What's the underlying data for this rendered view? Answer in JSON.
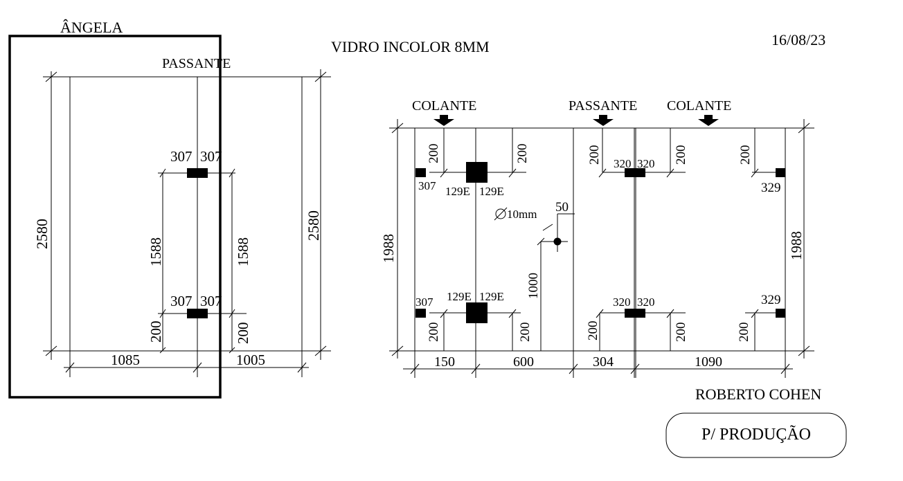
{
  "header": {
    "client_left": "ÂNGELA",
    "material": "VIDRO INCOLOR 8MM",
    "date": "16/08/23",
    "client_right": "ROBERTO COHEN",
    "status_button": "P/ PRODUÇÃO"
  },
  "left_panel": {
    "door_label": "PASSANTE",
    "height": "2580",
    "height_right": "2580",
    "width_left": "1085",
    "width_right": "1005",
    "top_hinge_left": "307",
    "top_hinge_right": "307",
    "bottom_hinge_left": "307",
    "bottom_hinge_right": "307",
    "span_left": "1588",
    "span_right": "1588",
    "bottom_left": "200",
    "bottom_right": "200"
  },
  "right_panel": {
    "label_colante_left": "COLANTE",
    "label_passante": "PASSANTE",
    "label_colante_right": "COLANTE",
    "height_left": "1988",
    "height_right": "1988",
    "seg1": "150",
    "seg2": "600",
    "seg3": "304",
    "seg4": "1090",
    "p1_top_left_200": "200",
    "p1_top_right_200": "200",
    "p1_bot_left_200": "200",
    "p1_bot_right_200": "200",
    "p1_top_side": "307",
    "p1_bot_side": "307",
    "p1_top_129_l": "129E",
    "p1_top_129_r": "129E",
    "p1_bot_129_l": "129E",
    "p1_bot_129_r": "129E",
    "hole_diameter": "10mm",
    "hole_offset": "50",
    "hole_height": "1000",
    "p2_top_left_200": "200",
    "p2_top_right_200": "200",
    "p2_bot_left_200": "200",
    "p2_bot_right_200": "200",
    "p2_top_320_l": "320",
    "p2_top_320_r": "320",
    "p2_bot_320_l": "320",
    "p2_bot_320_r": "320",
    "p3_top_200": "200",
    "p3_bot_200": "200",
    "p3_top_side": "329",
    "p3_bot_side": "329"
  }
}
